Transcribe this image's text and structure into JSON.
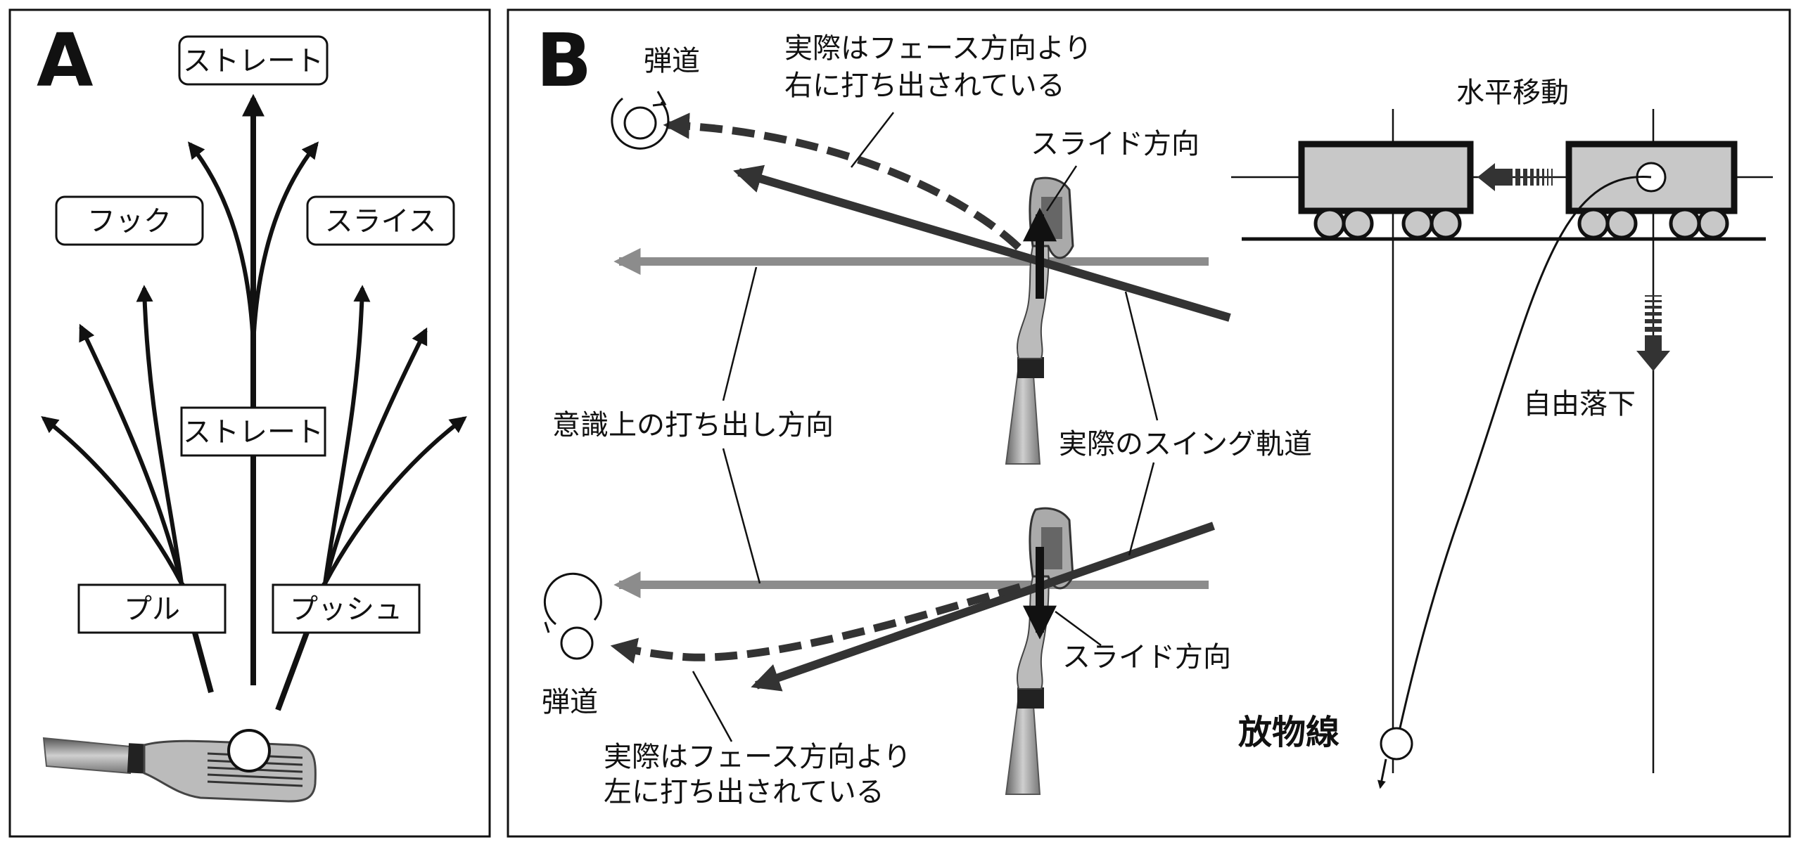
{
  "panel_a": {
    "letter": "A",
    "labels": {
      "straight_top": "ストレート",
      "hook": "フック",
      "slice": "スライス",
      "straight_mid": "ストレート",
      "pull": "プル",
      "push": "プッシュ"
    }
  },
  "panel_b": {
    "letter": "B",
    "trajectory_top": "弾道",
    "note_top": [
      "実際はフェース方向より",
      "右に打ち出されている"
    ],
    "slide_top": "スライド方向",
    "intended_direction": "意識上の打ち出し方向",
    "actual_path": "実際のスイング軌道",
    "slide_bottom": "スライド方向",
    "trajectory_bottom": "弾道",
    "note_bottom": [
      "実際はフェース方向より",
      "左に打ち出されている"
    ]
  },
  "panel_c": {
    "horizontal_move": "水平移動",
    "free_fall": "自由落下",
    "parabola": "放物線"
  }
}
